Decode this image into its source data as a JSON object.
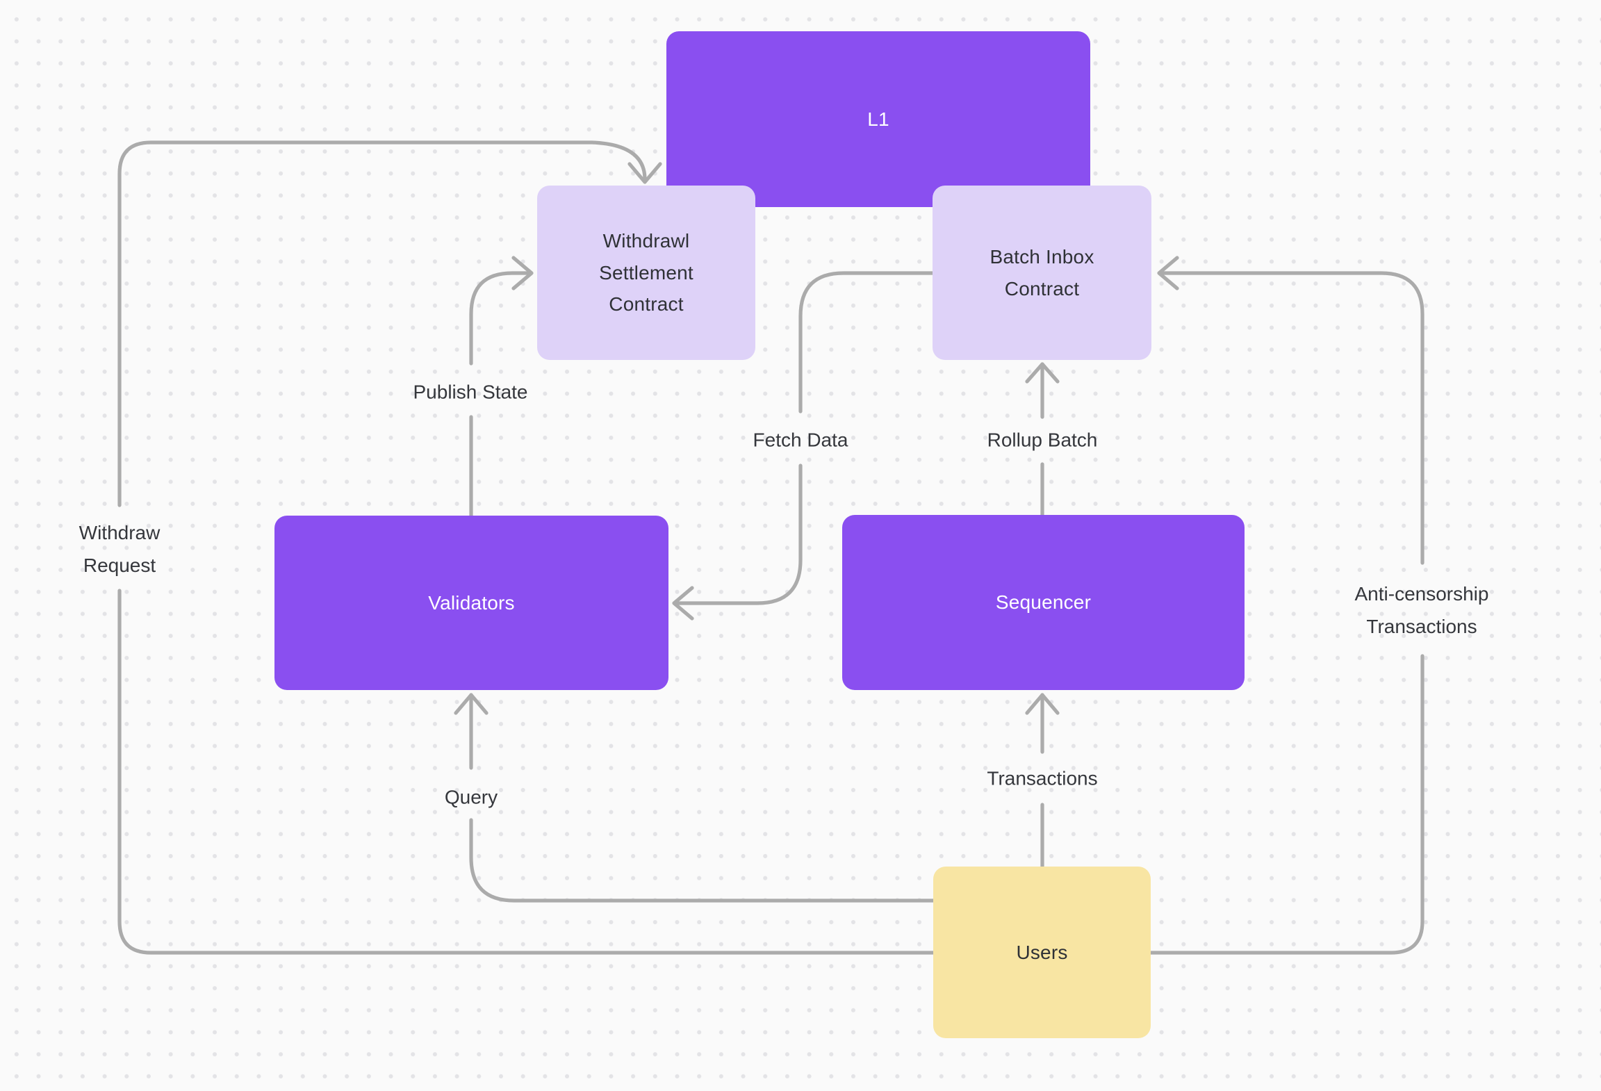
{
  "diagram_type": "rollup-architecture-flowchart",
  "colors": {
    "node_purple": "#8a4ff0",
    "node_lavender": "#ded2f8",
    "node_yellow": "#f8e5a3",
    "connector_gray": "#ababab",
    "text_dark": "#2f3136",
    "text_on_purple": "#ffffff",
    "background": "#fafafa",
    "grid_dot": "#e3e3e6"
  },
  "nodes": [
    {
      "id": "l1",
      "label": "L1",
      "style": "purple"
    },
    {
      "id": "withdrawal-settlement-contract",
      "label": "Withdrawl Settlement Contract",
      "style": "lavender"
    },
    {
      "id": "batch-inbox-contract",
      "label": "Batch Inbox Contract",
      "style": "lavender"
    },
    {
      "id": "validators",
      "label": "Validators",
      "style": "purple"
    },
    {
      "id": "sequencer",
      "label": "Sequencer",
      "style": "purple"
    },
    {
      "id": "users",
      "label": "Users",
      "style": "yellow"
    }
  ],
  "edges": [
    {
      "label": "Withdraw Request",
      "from": "Users",
      "to": "Withdrawl Settlement Contract"
    },
    {
      "label": "Publish State",
      "from": "Validators",
      "to": "Withdrawl Settlement Contract"
    },
    {
      "label": "Fetch Data",
      "from": "Batch Inbox Contract",
      "to": "Validators"
    },
    {
      "label": "Rollup Batch",
      "from": "Sequencer",
      "to": "Batch Inbox Contract"
    },
    {
      "label": "Query",
      "from": "Users",
      "to": "Validators"
    },
    {
      "label": "Transactions",
      "from": "Users",
      "to": "Sequencer"
    },
    {
      "label": "Anti-censorship Transactions",
      "from": "Users",
      "to": "Batch Inbox Contract"
    }
  ]
}
